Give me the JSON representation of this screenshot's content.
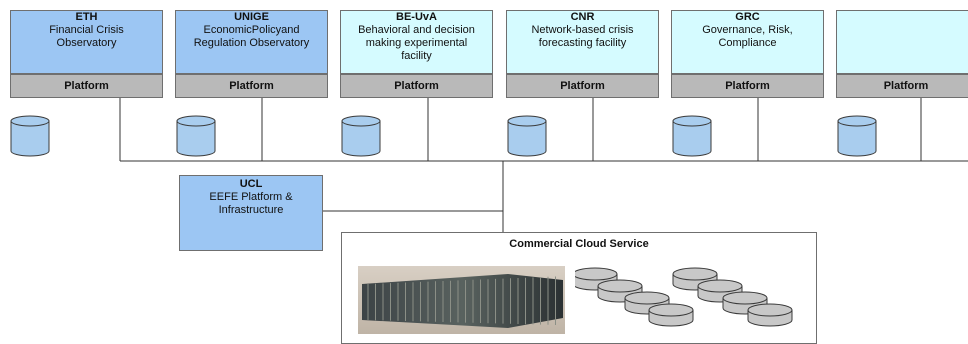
{
  "nodes": [
    {
      "id": "eth",
      "title": "ETH",
      "desc": "Financial Crisis\nObservatory",
      "platform": "Platform",
      "color": "#9cc6f3"
    },
    {
      "id": "unige",
      "title": "UNIGE",
      "desc": "EconomicPolicyand\nRegulation Observatory",
      "platform": "Platform",
      "color": "#9cc6f3"
    },
    {
      "id": "be-uva",
      "title": "BE-UvA",
      "desc": "Behavioral and decision\nmaking  experimental\nfacility",
      "platform": "Platform",
      "color": "#d5fbff"
    },
    {
      "id": "cnr",
      "title": "CNR",
      "desc": "Network-based crisis\nforecasting facility",
      "platform": "Platform",
      "color": "#d5fbff"
    },
    {
      "id": "grc",
      "title": "GRC",
      "desc": "Governance, Risk,\nCompliance",
      "platform": "Platform",
      "color": "#d5fbff"
    },
    {
      "id": "blank",
      "title": "",
      "desc": "",
      "platform": "Platform",
      "color": "#d5fbff"
    }
  ],
  "ucl": {
    "title": "UCL",
    "desc": "EEFE Platform &\nInfrastructure",
    "color": "#9cc6f3"
  },
  "cloud": {
    "title": "Commercial Cloud Service"
  },
  "colors": {
    "line": "#333333",
    "db_fill": "#a9cdee",
    "db_stroke": "#3a3a3a",
    "disk_fill": "#c8c8c8",
    "platform": "#b9b9b9"
  }
}
